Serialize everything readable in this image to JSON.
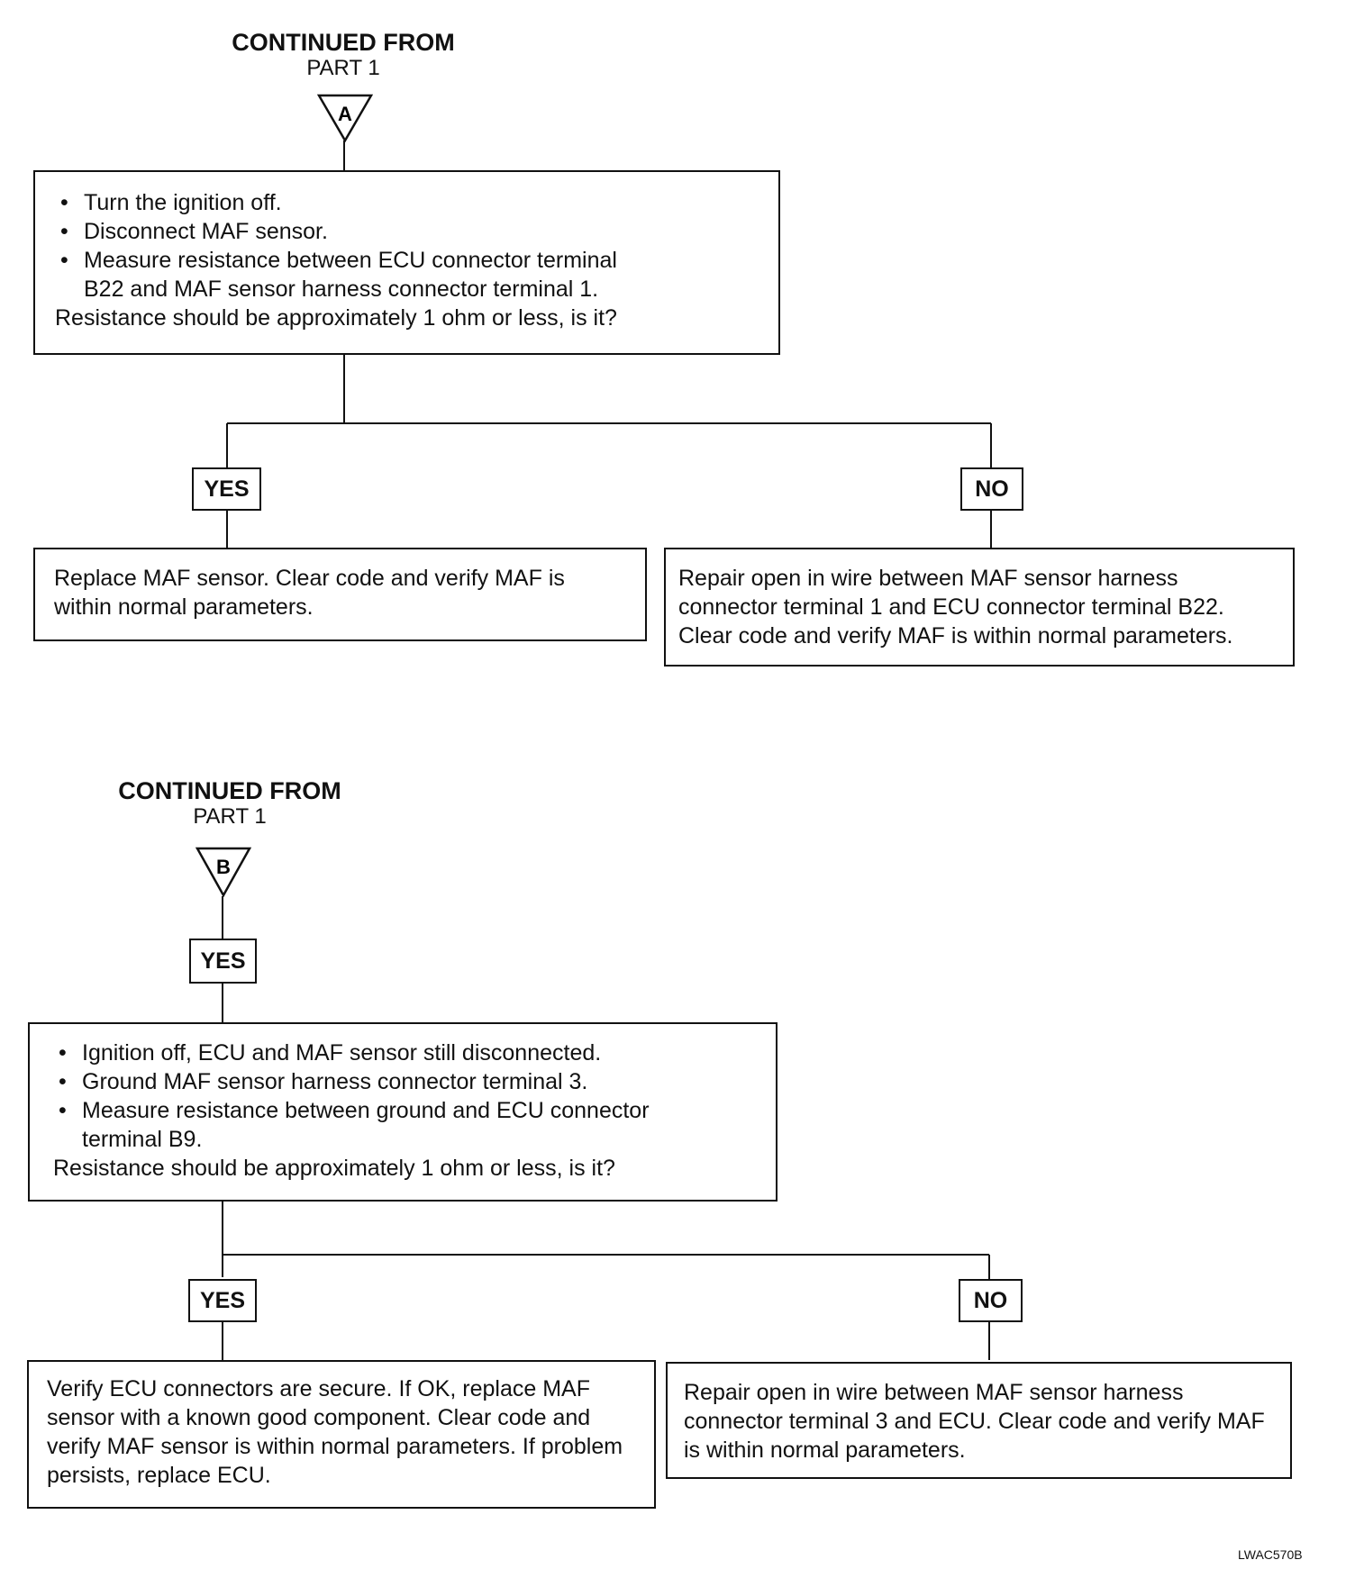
{
  "part_a": {
    "heading": "CONTINUED FROM",
    "subheading": "PART 1",
    "connector_letter": "A",
    "step": {
      "bullets": [
        "Turn the ignition off.",
        "Disconnect MAF sensor.",
        "Measure resistance between ECU connector terminal B22 and MAF sensor harness connector terminal 1."
      ],
      "question": "Resistance should be approximately 1 ohm or less,  is it?"
    },
    "yes_label": "YES",
    "no_label": "NO",
    "yes_result": "Replace MAF sensor. Clear code and verify MAF is within normal parameters.",
    "no_result": "Repair open in wire between MAF sensor harness connector terminal 1 and ECU connector terminal B22. Clear code and verify MAF is within normal parameters."
  },
  "part_b": {
    "heading": "CONTINUED FROM",
    "subheading": "PART 1",
    "connector_letter": "B",
    "entry_label": "YES",
    "step": {
      "bullets": [
        "Ignition off, ECU and MAF sensor still disconnected.",
        "Ground MAF sensor harness connector terminal 3.",
        "Measure resistance between ground and ECU connector terminal B9."
      ],
      "question": "Resistance should be approximately 1 ohm or less, is it?"
    },
    "yes_label": "YES",
    "no_label": "NO",
    "yes_result": "Verify ECU connectors are secure. If OK, replace MAF sensor with a known good component. Clear code and verify MAF sensor is within normal parameters. If problem persists, replace ECU.",
    "no_result": "Repair open in wire between MAF sensor harness connector terminal 3 and ECU. Clear code and verify MAF is within normal parameters."
  },
  "figure_ref": "LWAC570B"
}
